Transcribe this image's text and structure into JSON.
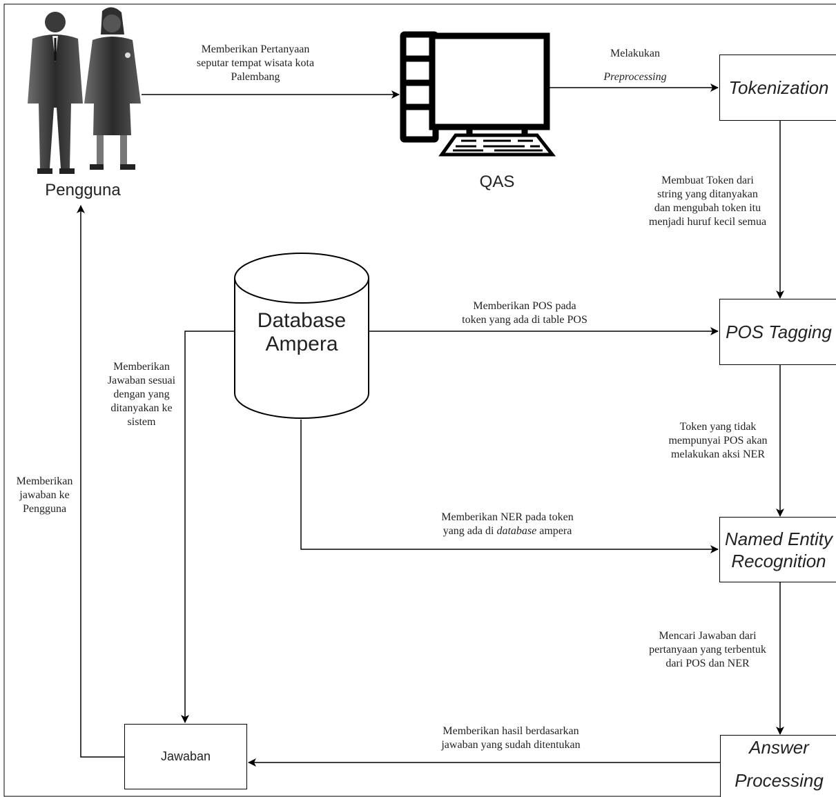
{
  "actors": {
    "label": "Pengguna"
  },
  "computer": {
    "label": "QAS"
  },
  "database": {
    "line1": "Database",
    "line2": "Ampera"
  },
  "nodes": {
    "tokenization": "Tokenization",
    "pos_tagging": "POS Tagging",
    "ner_line1": "Named Entity",
    "ner_line2": "Recognition",
    "answer_line1": "Answer",
    "answer_line2": "Processing",
    "jawaban": "Jawaban"
  },
  "edges": {
    "question": [
      "Memberikan Pertanyaan",
      "seputar tempat wisata kota",
      "Palembang"
    ],
    "preprocess_line1": "Melakukan",
    "preprocess_line2": "Preprocessing",
    "token": [
      "Membuat Token dari",
      "string yang ditanyakan",
      "dan mengubah token itu",
      "menjadi huruf kecil semua"
    ],
    "pos": [
      "Memberikan POS pada",
      "token yang ada di table POS"
    ],
    "ner_action": [
      "Token yang tidak",
      "mempunyai POS akan",
      "melakukan aksi NER"
    ],
    "ner_db_line1": "Memberikan NER pada token",
    "ner_db_prefix": "yang ada di ",
    "ner_db_italic": "database",
    "ner_db_suffix": " ampera",
    "search": [
      "Mencari Jawaban dari",
      "pertanyaan yang terbentuk",
      "dari POS dan NER"
    ],
    "result": [
      "Memberikan hasil berdasarkan",
      "jawaban yang sudah ditentukan"
    ],
    "db_answer": [
      "Memberikan",
      "Jawaban sesuai",
      "dengan yang",
      "ditanyakan ke",
      "sistem"
    ],
    "to_user": [
      "Memberikan",
      "jawaban ke",
      "Pengguna"
    ]
  }
}
